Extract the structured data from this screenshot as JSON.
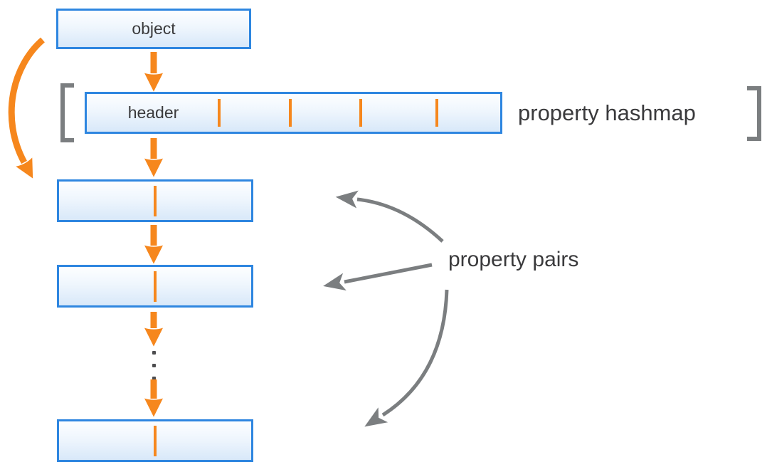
{
  "diagram": {
    "object_label": "object",
    "header_label": "header",
    "hashmap_caption": "property hashmap",
    "pairs_caption": "property pairs",
    "header_tick_count": 4,
    "pair_box_count": 3,
    "ellipsis_dot_count": 3,
    "colors": {
      "orange": "#F6871D",
      "box_border": "#2E86E0",
      "box_fill_top": "#FDFEFF",
      "box_fill_mid": "#EFF6FD",
      "box_fill_bottom": "#D8E8F9",
      "bracket_gray": "#7B7E80",
      "arrow_gray": "#7B7E80",
      "text": "#3A3A3C",
      "dot": "#4D4D4F"
    }
  }
}
